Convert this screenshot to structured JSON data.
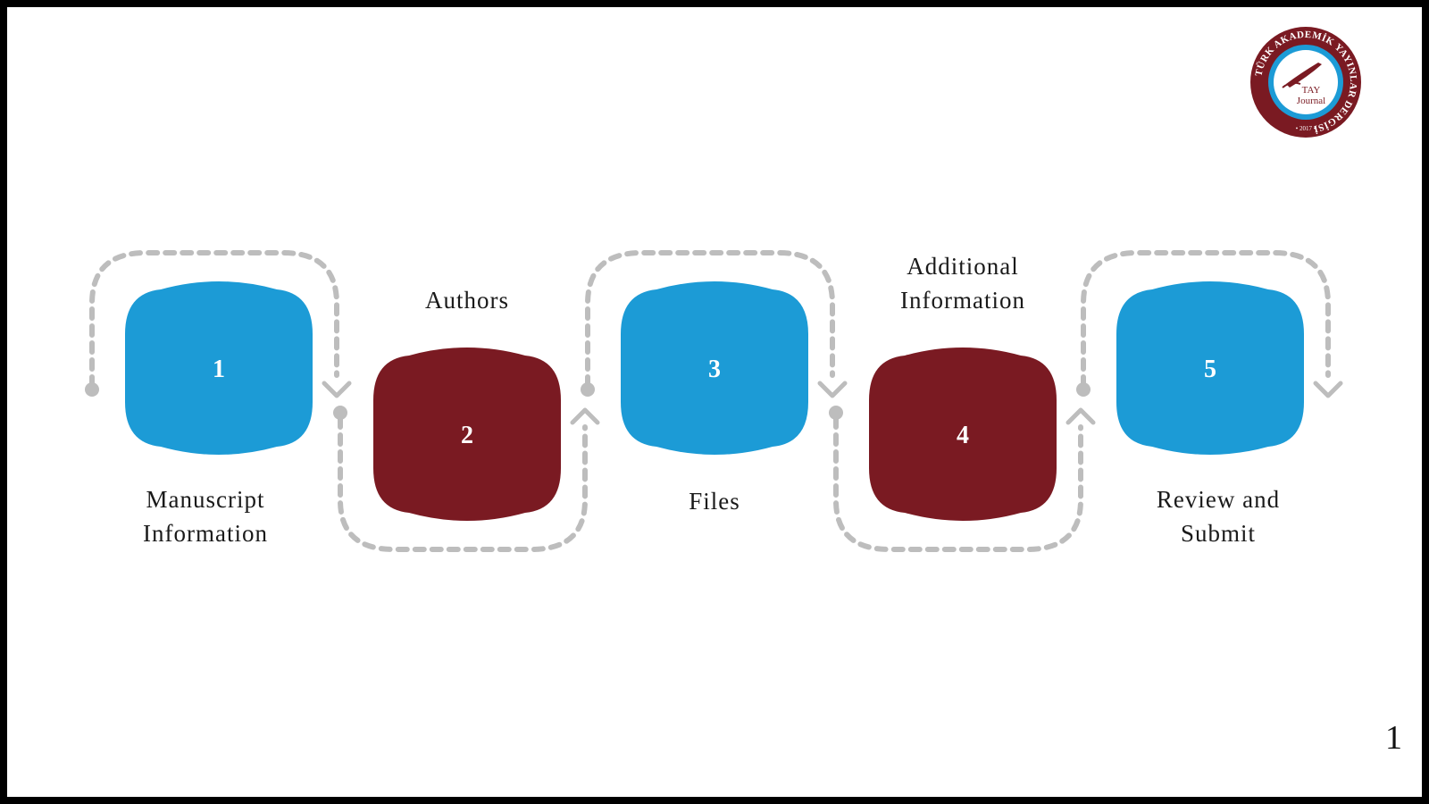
{
  "steps": [
    {
      "number": "1",
      "label_lines": [
        "Manuscript",
        "Information"
      ],
      "color": "#1c9bd6"
    },
    {
      "number": "2",
      "label_lines": [
        "Authors"
      ],
      "color": "#7a1a22"
    },
    {
      "number": "3",
      "label_lines": [
        "Files"
      ],
      "color": "#1c9bd6"
    },
    {
      "number": "4",
      "label_lines": [
        "Additional",
        "Information"
      ],
      "color": "#7a1a22"
    },
    {
      "number": "5",
      "label_lines": [
        "Review and",
        "Submit"
      ],
      "color": "#1c9bd6"
    }
  ],
  "connector_color": "#bdbdbd",
  "page_number": "1",
  "logo": {
    "ring_text": "TÜRK AKADEMİK YAYINLAR DERGİSİ",
    "center_line1": "TAY",
    "center_line2": "Journal",
    "year": "• 2017 •",
    "ring_color": "#7a1a22",
    "inner_ring_color": "#1c9bd6"
  }
}
